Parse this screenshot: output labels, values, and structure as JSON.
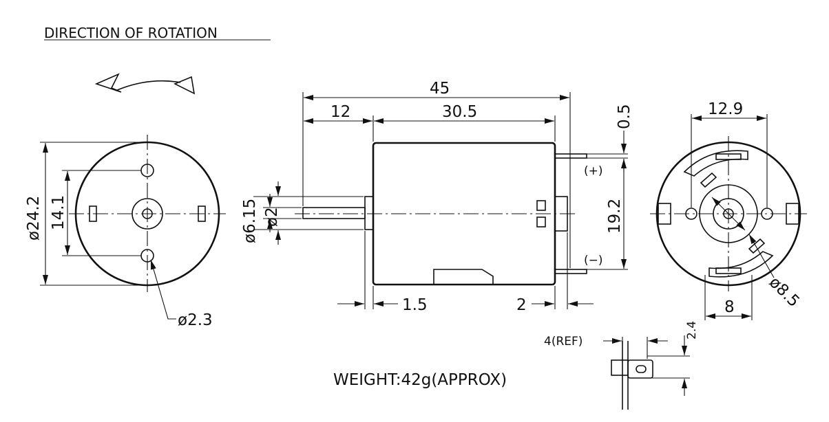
{
  "title": "DIRECTION OF ROTATION",
  "weight": "WEIGHT:42g(APPROX)",
  "dims": {
    "overall_length": "45",
    "shaft_length": "12",
    "body_length": "30.5",
    "terminal_offset": "0.5",
    "width_across": "12.9",
    "body_diameter": "ø24.2",
    "hole_spacing": "14.1",
    "hole_diameter": "ø2.3",
    "boss_diameter": "ø6.15",
    "shaft_diameter": "ø2",
    "terminal_spacing": "19.2",
    "boss_length": "1.5",
    "terminal_length": "2",
    "bearing_width": "8",
    "bearing_diameter": "ø8.5",
    "terminal_ref": "4(REF)",
    "terminal_width": "2.4"
  },
  "polarity": {
    "positive": "(+)",
    "negative": "(−)"
  }
}
